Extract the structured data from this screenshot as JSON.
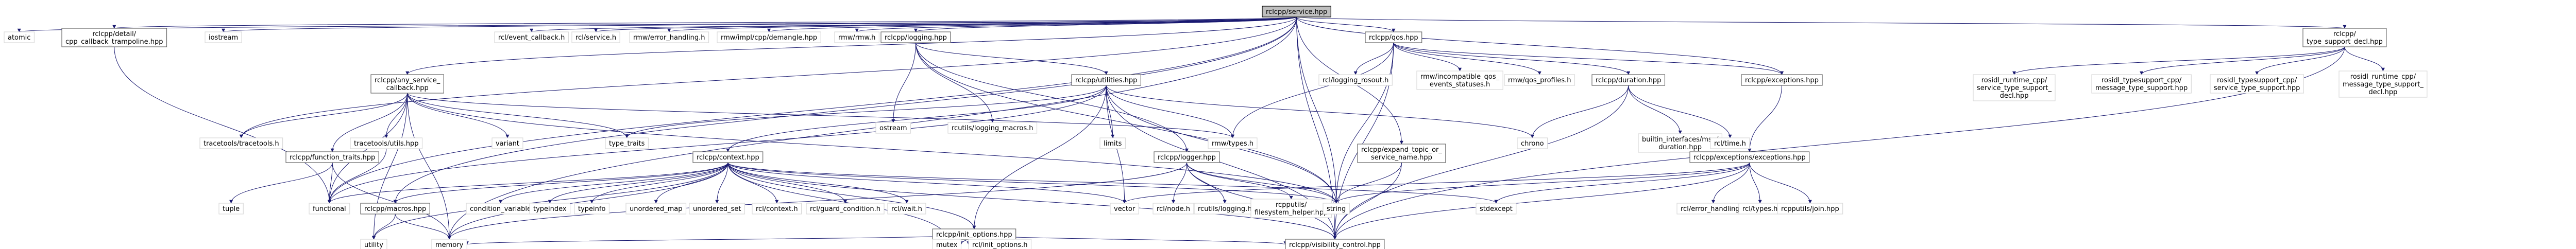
{
  "root": "rclcpp/include/rclcpp/service.hpp",
  "nodes": {
    "root": "rclcpp/service.hpp",
    "atomic": "atomic",
    "typecb": "rclcpp/detail/cpp_callback_trampoline.hpp",
    "iostream": "iostream",
    "evcb": "rcl/event_callback.h",
    "rclservice": "rcl/service.h",
    "rmwerr": "rmw/error_handling.h",
    "demangle": "rmw/impl/cpp/demangle.hpp",
    "rmwrmw": "rmw/rmw.h",
    "logging": "rclcpp/logging.hpp",
    "anysvc": "rclcpp/any_service_callback.hpp",
    "ostream": "ostream",
    "rcutilsmacros": "rcutils/logging_macros.h",
    "utilities": "rclcpp/utilities.hpp",
    "tracetools": "tracetools/tracetools.h",
    "traceutils": "tracetools/utils.hpp",
    "fntraits": "rclcpp/function_traits.hpp",
    "functional": "functional",
    "variant": "variant",
    "typetraits": "type_traits",
    "tuple": "tuple",
    "context": "rclcpp/context.hpp",
    "macros": "rclcpp/macros.hpp",
    "utility": "utility",
    "memory": "memory",
    "condvar": "condition_variable",
    "typeindex": "typeindex",
    "typeinfo": "typeinfo",
    "umap": "unordered_map",
    "uset": "unordered_set",
    "rclctx": "rcl/context.h",
    "guardcond": "rcl/guard_condition.h",
    "rclwait": "rcl/wait.h",
    "initopts": "rclcpp/init_options.hpp",
    "mutex": "mutex",
    "rclinitopts": "rcl/init_options.h",
    "limits": "limits",
    "rmwtypes": "rmw/types.h",
    "logger": "rclcpp/logger.hpp",
    "vector": "vector",
    "rclnode": "rcl/node.h",
    "rcutilslogging": "rcutils/logging.h",
    "fshelper": "rcpputils/filesystem_helper.hpp",
    "string": "string",
    "visctrl": "rclcpp/visibility_control.hpp",
    "qos": "rclcpp/qos.hpp",
    "rclloggingroso": "rcl/logging_rosout.h",
    "incompat": "rmw/incompatible_qos_events_statuses.h",
    "qosprofiles": "rmw/qos_profiles.h",
    "duration": "rclcpp/duration.hpp",
    "expand": "rclcpp/expand_topic_or_service_name.hpp",
    "chrono": "chrono",
    "builtin": "builtin_interfaces/msg/duration.hpp",
    "rcltime": "rcl/time.h",
    "exceptionshpp": "rclcpp/exceptions.hpp",
    "excexc": "rclcpp/exceptions/exceptions.hpp",
    "stdexcept": "stdexcept",
    "rclerr": "rcl/error_handling.h",
    "rcltypes": "rcl/types.h",
    "join": "rcpputils/join.hpp",
    "typesupport": "rclcpp/type_support_decl.hpp",
    "tscpp1": "rosidl_runtime_cpp/service_type_support_decl.hpp",
    "tscpp2": "rosidl_typesupport_cpp/message_type_support.hpp",
    "tscpp3": "rosidl_typesupport_cpp/service_type_support.hpp",
    "tscpp4": "rosidl_runtime_cpp/message_type_support_decl.hpp"
  },
  "colors": {
    "edge": "#191970",
    "root_fill": "#bfbfbf"
  }
}
